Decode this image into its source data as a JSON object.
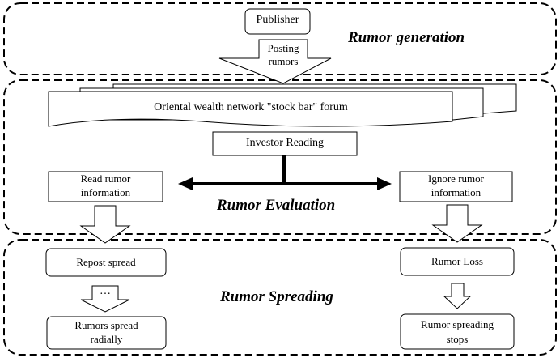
{
  "sections": {
    "generation": "Rumor generation",
    "evaluation": "Rumor Evaluation",
    "spreading": "Rumor Spreading"
  },
  "nodes": {
    "publisher": "Publisher",
    "posting_line1": "Posting",
    "posting_line2": "rumors",
    "forum": "Oriental wealth network \"stock bar\" forum",
    "investor_reading": "Investor Reading",
    "read_line1": "Read rumor",
    "read_line2": "information",
    "ignore_line1": "Ignore rumor",
    "ignore_line2": "information",
    "repost": "Repost spread",
    "ellipsis": "…",
    "radial_line1": "Rumors spread",
    "radial_line2": "radially",
    "loss": "Rumor Loss",
    "stops_line1": "Rumor spreading",
    "stops_line2": "stops"
  },
  "colors": {
    "stroke": "#000000",
    "fill": "#ffffff"
  }
}
